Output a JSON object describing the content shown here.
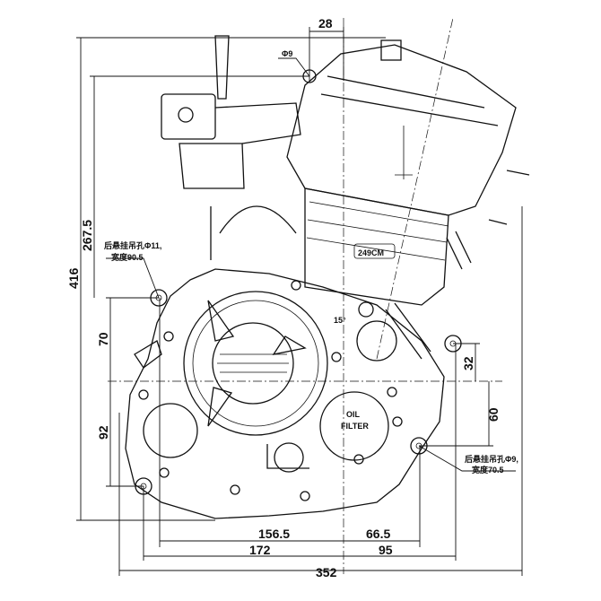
{
  "dimensions": {
    "top_offset": "28",
    "small_hole": "Φ9",
    "overall_height": "416",
    "upper_height": "267.5",
    "left_mount_vertical": "70",
    "lower_left_vertical": "92",
    "right_mount_vertical_upper": "32",
    "right_mount_vertical_lower": "60",
    "left_horizontal_inner": "156.5",
    "right_horizontal_inner": "66.5",
    "left_horizontal_outer": "172",
    "right_horizontal_outer": "95",
    "overall_width": "352",
    "cylinder_angle": "15°"
  },
  "notes": {
    "left_mount_line1": "后悬挂吊孔Φ11,",
    "left_mount_line2": "宽度90.5",
    "right_mount_line1": "后悬挂吊孔Φ9,",
    "right_mount_line2": "宽度70.5"
  },
  "labels": {
    "displacement": "249CM",
    "oil_filter_line1": "OIL",
    "oil_filter_line2": "FILTER"
  }
}
